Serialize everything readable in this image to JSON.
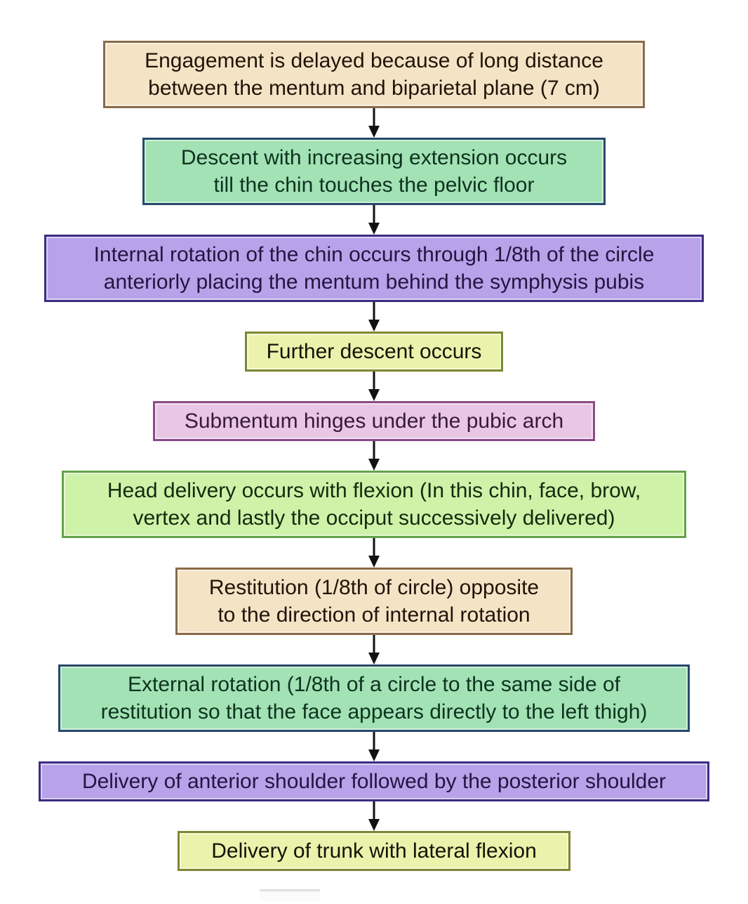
{
  "flowchart": {
    "description": "Mechanism of labour flowchart",
    "arrow_color": "#111111",
    "palette": {
      "tan": {
        "bg": "#F5E3C6",
        "border": "#8A6B49",
        "text": "#201409"
      },
      "green": {
        "bg": "#A2E2B4",
        "border": "#28486B",
        "text": "#0E3220"
      },
      "purple": {
        "bg": "#B8A2E9",
        "border": "#3B2D82",
        "text": "#261441"
      },
      "yellow_green": {
        "bg": "#EAF2AB",
        "border": "#7E8734",
        "text": "#141408"
      },
      "pink": {
        "bg": "#E9C7E4",
        "border": "#8C4A87",
        "text": "#37193A"
      },
      "light_green": {
        "bg": "#CEF2A8",
        "border": "#63A24A",
        "text": "#122B0E"
      }
    },
    "steps": [
      {
        "palette": "tan",
        "text": "Engagement is delayed because of long distance\nbetween the mentum and biparietal plane (7 cm)"
      },
      {
        "palette": "green",
        "text": "Descent with increasing extension occurs\ntill the chin touches the pelvic floor"
      },
      {
        "palette": "purple",
        "text": "Internal rotation of the chin occurs through 1/8th of the circle\nanteriorly placing the mentum behind the symphysis pubis"
      },
      {
        "palette": "yellow_green",
        "text": "Further descent occurs"
      },
      {
        "palette": "pink",
        "text": "Submentum hinges under the pubic arch"
      },
      {
        "palette": "light_green",
        "text": "Head delivery occurs with flexion (In this chin, face, brow,\nvertex and lastly the occiput successively delivered)"
      },
      {
        "palette": "tan",
        "text": "Restitution (1/8th of circle) opposite\nto the direction of internal rotation"
      },
      {
        "palette": "green",
        "text": "External rotation (1/8th of a circle to the same side of\nrestitution so that the face appears directly to the left thigh)"
      },
      {
        "palette": "purple",
        "text": "Delivery of anterior shoulder followed by the posterior shoulder"
      },
      {
        "palette": "yellow_green",
        "text": "Delivery of trunk with lateral flexion"
      }
    ]
  }
}
